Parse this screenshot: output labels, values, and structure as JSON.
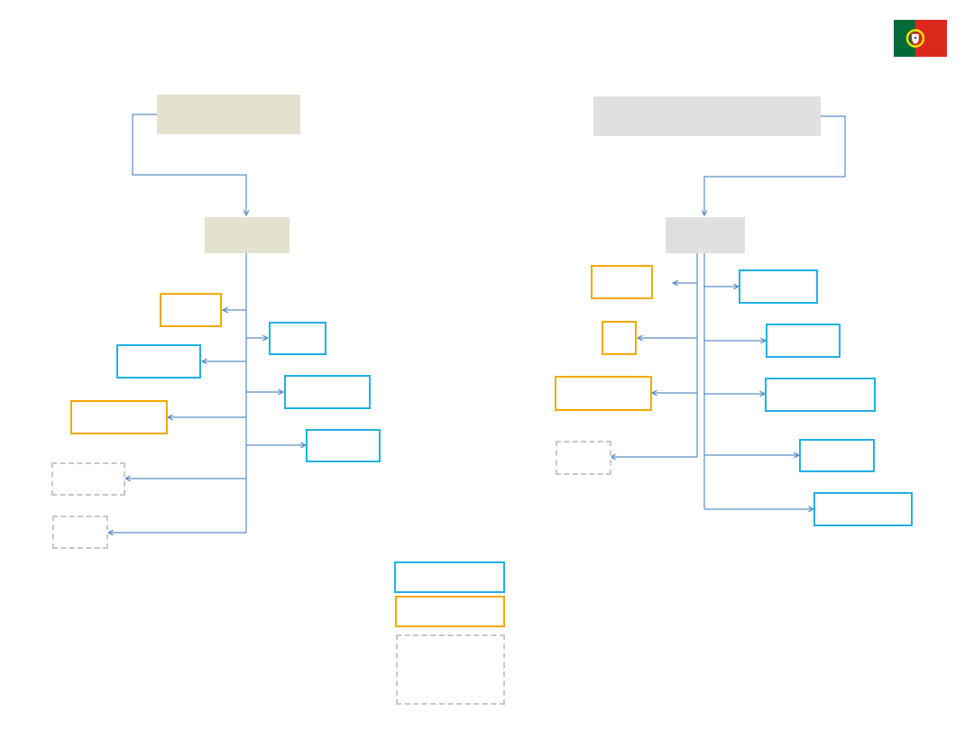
{
  "flag": {
    "icon": "portugal-flag-icon",
    "green": "#046a38",
    "red": "#da291c",
    "gold": "#ffe000"
  },
  "colors": {
    "connector": "#5a8fc6",
    "blue_border": "#1fb1e6",
    "orange_border": "#f5a800",
    "dashed_border": "#c8c8c8",
    "left_header_fill": "#e5e1cf",
    "right_header_fill": "#e0e0e0"
  },
  "left_tree": {
    "header": {
      "label": ""
    },
    "hub": {
      "label": ""
    },
    "left_nodes": [
      {
        "label": "",
        "style": "orange"
      },
      {
        "label": "",
        "style": "blue"
      },
      {
        "label": "",
        "style": "orange"
      },
      {
        "label": "",
        "style": "dashed"
      },
      {
        "label": "",
        "style": "dashed"
      }
    ],
    "right_nodes": [
      {
        "label": "",
        "style": "blue"
      },
      {
        "label": "",
        "style": "blue"
      },
      {
        "label": "",
        "style": "blue"
      }
    ]
  },
  "right_tree": {
    "header": {
      "label": ""
    },
    "hub": {
      "label": ""
    },
    "left_nodes": [
      {
        "label": "",
        "style": "orange"
      },
      {
        "label": "",
        "style": "orange"
      },
      {
        "label": "",
        "style": "orange"
      },
      {
        "label": "",
        "style": "dashed"
      }
    ],
    "right_nodes": [
      {
        "label": "",
        "style": "blue"
      },
      {
        "label": "",
        "style": "blue"
      },
      {
        "label": "",
        "style": "blue"
      },
      {
        "label": "",
        "style": "blue"
      },
      {
        "label": "",
        "style": "blue"
      }
    ]
  },
  "legend": {
    "items": [
      {
        "label": "",
        "style": "blue"
      },
      {
        "label": "",
        "style": "orange"
      },
      {
        "label": "",
        "style": "dashed"
      }
    ]
  }
}
